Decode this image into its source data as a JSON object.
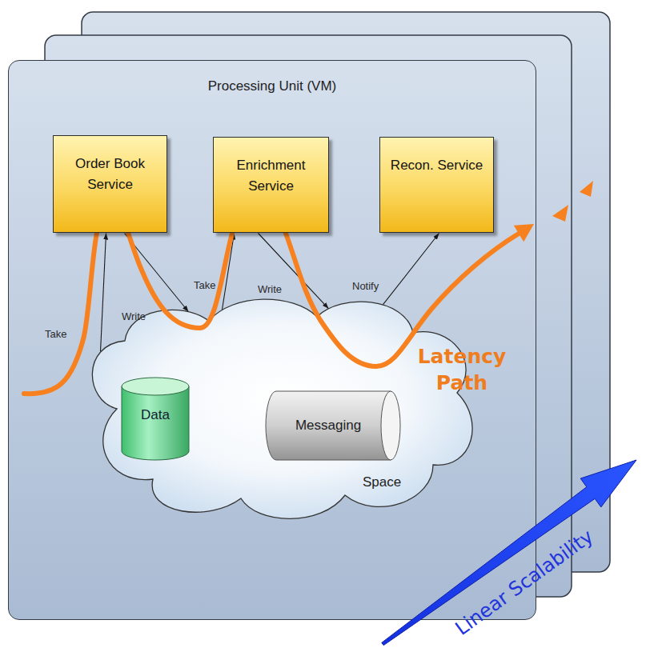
{
  "diagram": {
    "nodes": [
      {
        "text": [
          "Processing Unit (VM)"
        ]
      },
      {
        "text": [
          "Order Book Service"
        ],
        "in": 0
      },
      {
        "text": [
          "Enrichment Service"
        ],
        "in": 0
      },
      {
        "text": [
          "Recon. Service"
        ],
        "in": 0
      },
      {
        "text": [
          "Space"
        ],
        "in": 0
      },
      {
        "text": [
          "Data"
        ],
        "in": 4
      },
      {
        "text": [
          "Messaging"
        ],
        "in": 4
      }
    ],
    "edges": [
      {
        "from": 4,
        "to": 1,
        "arrow": "to",
        "label": "Take"
      },
      {
        "from": 1,
        "to": 4,
        "arrow": "to",
        "label": "Write"
      },
      {
        "from": 4,
        "to": 2,
        "arrow": "to",
        "label": "Take"
      },
      {
        "from": 2,
        "to": 4,
        "arrow": "to",
        "label": "Write"
      },
      {
        "from": 4,
        "to": 3,
        "arrow": "to",
        "label": "Notify"
      }
    ],
    "labels": [
      "Latency Path",
      "Linear Scalability"
    ]
  }
}
